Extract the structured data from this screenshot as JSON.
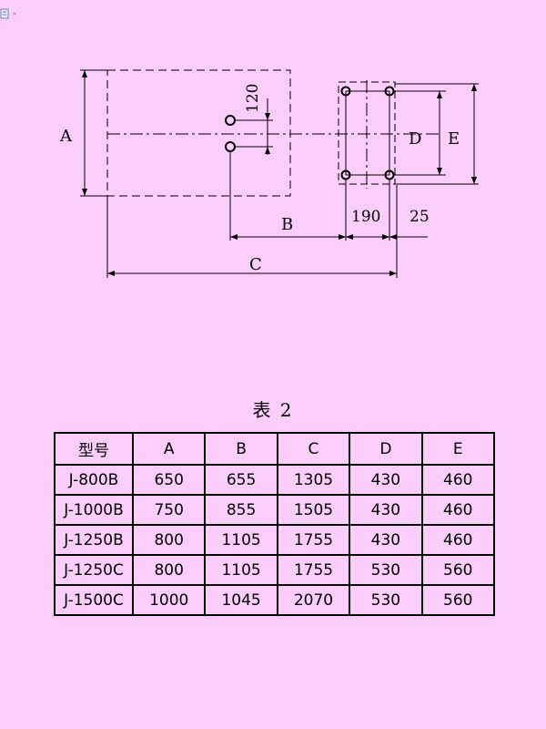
{
  "drawing": {
    "labels": {
      "A": "A",
      "B": "B",
      "C": "C",
      "D": "D",
      "E": "E"
    },
    "dims": {
      "hole_spacing": "120",
      "bolt_spacing": "190",
      "offset": "25"
    }
  },
  "table": {
    "caption": "表 2",
    "headers": [
      "型号",
      "A",
      "B",
      "C",
      "D",
      "E"
    ],
    "rows": [
      [
        "J-800B",
        "650",
        "655",
        "1305",
        "430",
        "460"
      ],
      [
        "J-1000B",
        "750",
        "855",
        "1505",
        "430",
        "460"
      ],
      [
        "J-1250B",
        "800",
        "1105",
        "1755",
        "430",
        "460"
      ],
      [
        "J-1250C",
        "800",
        "1105",
        "1755",
        "530",
        "560"
      ],
      [
        "J-1500C",
        "1000",
        "1045",
        "2070",
        "530",
        "560"
      ]
    ]
  }
}
